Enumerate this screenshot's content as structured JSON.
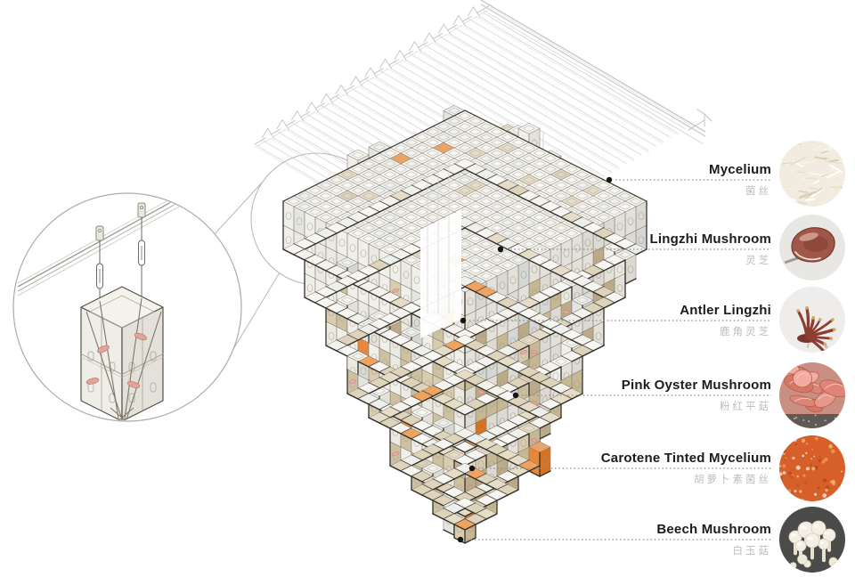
{
  "legend": {
    "items": [
      {
        "en": "Mycelium",
        "zh": "菌丝",
        "swatch": "mycelium",
        "color": "#efe8da"
      },
      {
        "en": "Lingzhi Mushroom",
        "zh": "灵芝",
        "swatch": "lingzhi",
        "color": "#a05648"
      },
      {
        "en": "Antler Lingzhi",
        "zh": "鹿角灵芝",
        "swatch": "antler-lingzhi",
        "color": "#8c3e31"
      },
      {
        "en": "Pink Oyster Mushroom",
        "zh": "粉红平菇",
        "swatch": "pink-oyster",
        "color": "#e8988a"
      },
      {
        "en": "Carotene Tinted Mycelium",
        "zh": "胡萝卜素菌丝",
        "swatch": "carotene",
        "color": "#d65f2a"
      },
      {
        "en": "Beech Mushroom",
        "zh": "白玉菇",
        "swatch": "beech",
        "color": "#f3efe5"
      }
    ]
  },
  "palette": {
    "block_white": "#f2f1ec",
    "block_tan": "#d5c8ab",
    "block_orange": "#e6873a",
    "outline": "#35322b",
    "inner_stroke": "#837d72",
    "leader": "#8c8c8c",
    "ceiling_line": "#d9d9d9",
    "circle_stroke": "#ababab"
  }
}
